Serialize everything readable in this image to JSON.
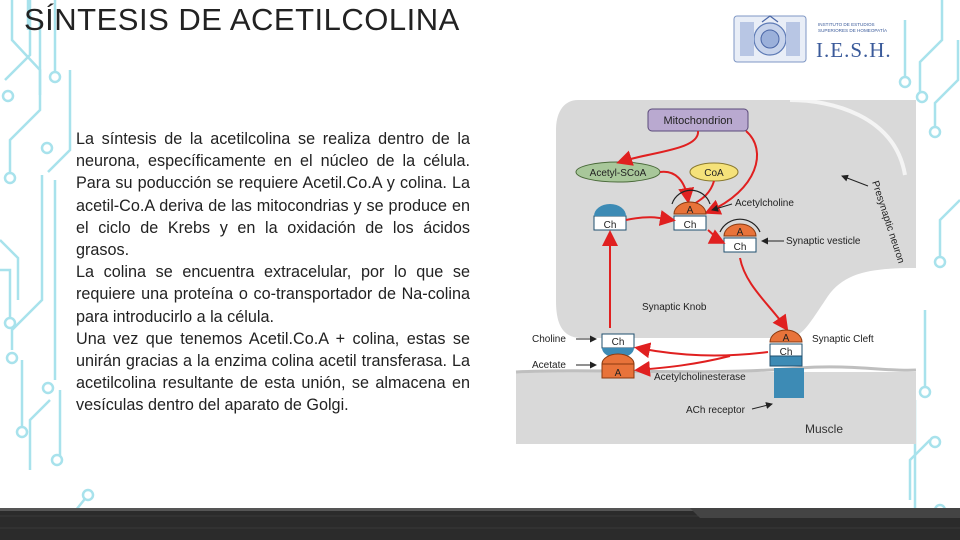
{
  "slide": {
    "title": "SÍNTESIS DE ACETILCOLINA",
    "paragraphs": [
      "La síntesis de la acetilcolina se realiza dentro de la neurona, específicamente en el núcleo de la célula. Para su poducción se requiere Acetil.Co.A y colina. La acetil-Co.A deriva de las mitocondrias y se produce en el ciclo de Krebs y en la oxidación de los ácidos grasos.",
      "La colina se encuentra extracelular, por lo que se requiere una proteína o co-transportador de Na-colina para introducirlo a la célula.",
      "Una vez que tenemos Acetil.Co.A + colina, estas se unirán gracias a la enzima colina acetil transferasa. La acetilcolina resultante de esta unión, se almacena en vesículas dentro del aparato de Golgi."
    ]
  },
  "logo": {
    "small_line1": "INSTITUTO DE ESTUDIOS",
    "small_line2": "SUPERIORES DE HOMEOPATÍA",
    "main": "I.E.S.H."
  },
  "diagram": {
    "mitochondrion": "Mitochondrion",
    "acetyl_scoa": "Acetyl-SCoA",
    "coa": "CoA",
    "a": "A",
    "ch": "Ch",
    "acetylcholine": "Acetylcholine",
    "synaptic_vesicle": "Synaptic vesticle",
    "presynaptic_neuron": "Presynaptic neuron",
    "synaptic_knob": "Synaptic Knob",
    "choline": "Choline",
    "acetate": "Acetate",
    "acetylcholinesterase": "Acetylcholinesterase",
    "synaptic_cleft": "Synaptic Cleft",
    "ach_receptor": "ACh receptor",
    "muscle": "Muscle"
  },
  "colors": {
    "accent_cyan": "#7fd6e6",
    "mitochondrion_fill": "#b9a9d0",
    "acetyl_fill": "#a8c79a",
    "coa_fill": "#f5e27a",
    "choline_blue": "#3d8bb5",
    "acetate_orange": "#e8733a",
    "pathway_red": "#e02020",
    "neuron_gray": "#d9d9d9"
  }
}
